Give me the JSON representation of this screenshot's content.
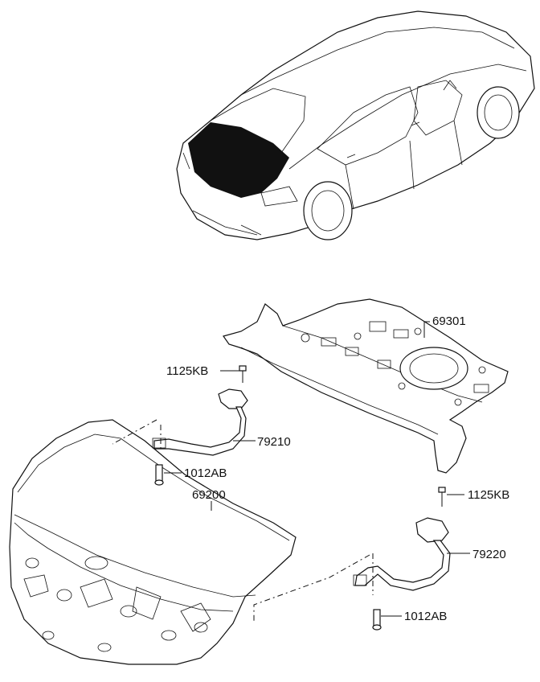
{
  "labels": {
    "rear_shelf": "69301",
    "bolt_upper_left": "1125KB",
    "hinge_left": "79210",
    "bolt_lower_left": "1012AB",
    "trunk_lid": "69200",
    "bolt_upper_right": "1125KB",
    "hinge_right": "79220",
    "bolt_lower_right": "1012AB"
  }
}
